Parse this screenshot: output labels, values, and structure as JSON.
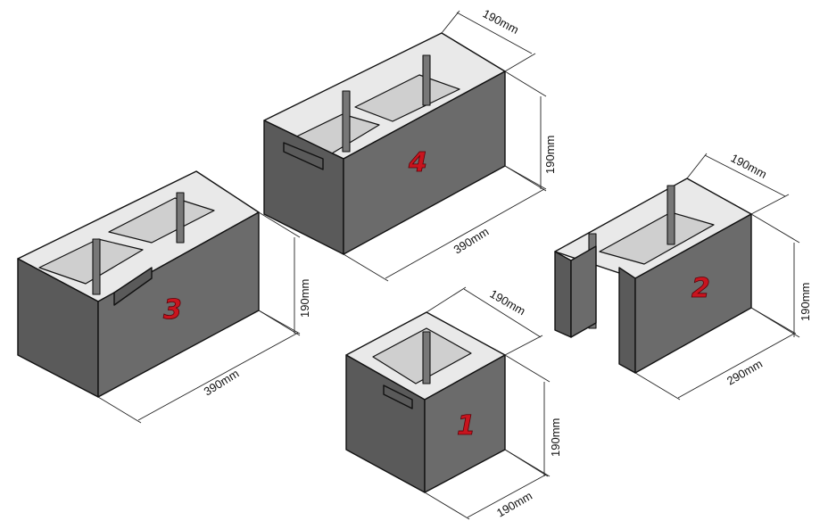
{
  "blocks": [
    {
      "id": "1",
      "number": "1",
      "dims": {
        "width": "190mm",
        "height": "190mm",
        "depth": "190mm"
      }
    },
    {
      "id": "2",
      "number": "2",
      "dims": {
        "width": "190mm",
        "height": "190mm",
        "length": "290mm"
      }
    },
    {
      "id": "3",
      "number": "3",
      "dims": {
        "height": "190mm",
        "length": "390mm"
      }
    },
    {
      "id": "4",
      "number": "4",
      "dims": {
        "width": "190mm",
        "height": "190mm",
        "length": "390mm"
      }
    }
  ],
  "colors": {
    "number": "#c8141e",
    "block_face": "#5a5a5a",
    "block_top": "#e9e9e9"
  }
}
